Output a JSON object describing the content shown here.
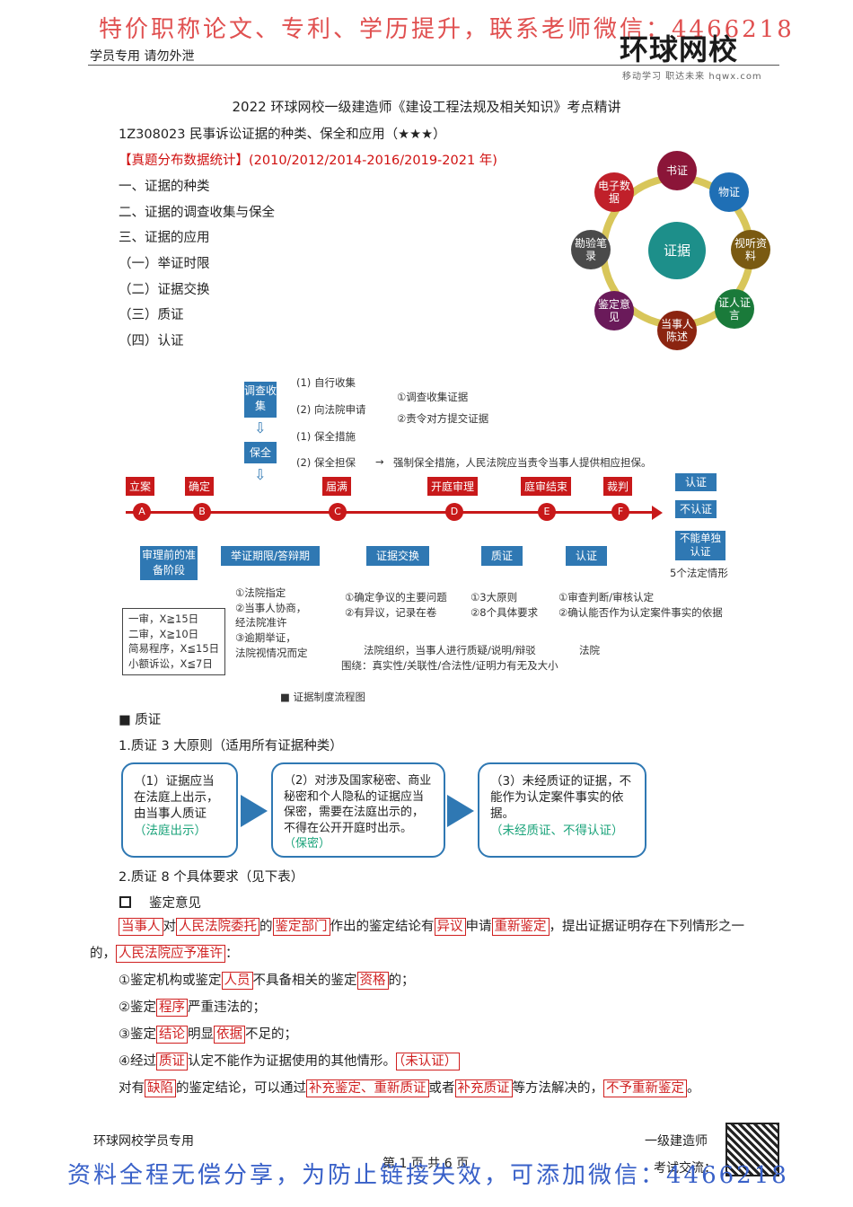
{
  "watermark_top": "特价职称论文、专利、学历提升，联系老师微信：4466218",
  "watermark_bottom": "资料全程无偿分享，为防止链接失效，可添加微信：4466218",
  "header": {
    "left": "学员专用 请勿外泄",
    "logo": "环球网校",
    "logo_sub": "移动学习 职达未来  hqwx.com"
  },
  "title": "2022 环球网校一级建造师《建设工程法规及相关知识》考点精讲",
  "section_code": "1Z308023 民事诉讼证据的种类、保全和应用（★★★）",
  "stats": "【真题分布数据统计】(2010/2012/2014-2016/2019-2021 年)",
  "outline": [
    "一、证据的种类",
    "二、证据的调查收集与保全",
    "三、证据的应用",
    "（一）举证时限",
    "（二）证据交换",
    "（三）质证",
    "（四）认证"
  ],
  "wheel": {
    "center": "证据",
    "nodes": [
      {
        "label": "书证",
        "color": "#8b1538"
      },
      {
        "label": "物证",
        "color": "#1f6fb5"
      },
      {
        "label": "视听资料",
        "color": "#7a5a12"
      },
      {
        "label": "证人证言",
        "color": "#1a7a3a"
      },
      {
        "label": "当事人陈述",
        "color": "#8b2410"
      },
      {
        "label": "鉴定意见",
        "color": "#6a1a5a"
      },
      {
        "label": "勘验笔录",
        "color": "#4a4a4a"
      },
      {
        "label": "电子数据",
        "color": "#c0202a"
      }
    ]
  },
  "flow": {
    "investigate": "调查收集",
    "preserve": "保全",
    "inv_items": [
      "(1) 自行收集",
      "(2) 向法院申请"
    ],
    "inv_sub": [
      "①调查收集证据",
      "②责令对方提交证据"
    ],
    "pres_items": [
      "(1) 保全措施",
      "(2) 保全担保"
    ],
    "pres_note": "强制保全措施，人民法院应当责令当事人提供相应担保。",
    "stages": [
      "立案",
      "确定",
      "届满",
      "开庭审理",
      "庭审结束",
      "裁判"
    ],
    "letters": [
      "A",
      "B",
      "C",
      "D",
      "E",
      "F"
    ],
    "outcomes": [
      "认证",
      "不认证",
      "不能单独认证"
    ],
    "outcome_note": "5个法定情形",
    "phase_boxes": [
      "审理前的准备阶段",
      "举证期限/答辩期",
      "证据交换",
      "质证",
      "认证"
    ],
    "deadline_notes": [
      "①法院指定",
      "②当事人协商，",
      "经法院准许",
      "③逾期举证，",
      "法院视情况而定"
    ],
    "time_limits": [
      "一审，X≧15日",
      "二审，X≧10日",
      "简易程序，X≦15日",
      "小额诉讼，X≦7日"
    ],
    "exchange_notes": [
      "①确定争议的主要问题",
      "②有异议，记录在卷"
    ],
    "cross_notes": [
      "①3大原则",
      "②8个具体要求"
    ],
    "recog_notes": [
      "①审查判断/审核认定",
      "②确认能否作为认定案件事实的依据"
    ],
    "bottom_notes": [
      "法院组织，当事人进行质疑/说明/辩驳",
      "法院",
      "围绕：真实性/关联性/合法性/证明力有无及大小"
    ],
    "caption": "■ 证据制度流程图"
  },
  "zhizheng_head": "■ 质证",
  "zhizheng_principles_title": "1.质证 3 大原则（适用所有证据种类）",
  "principle_boxes": [
    {
      "text": "（1）证据应当在法庭上出示，由当事人质证",
      "tag": "（法庭出示）"
    },
    {
      "text": "（2）对涉及国家秘密、商业秘密和个人隐私的证据应当保密，需要在法庭出示的，不得在公开开庭时出示。",
      "tag": "（保密）"
    },
    {
      "text": "（3）未经质证的证据，不能作为认定案件事实的依据。",
      "tag": "（未经质证、不得认证）"
    }
  ],
  "requirements_title": "2.质证 8 个具体要求（见下表）",
  "appraisal_head": "鉴定意见",
  "para1": [
    "当事人",
    "对",
    "人民法院委托",
    "的",
    "鉴定部门",
    "作出的鉴定结论有",
    "异议",
    "申请",
    "重新鉴定",
    "，提出证据证明存在下列情形之一"
  ],
  "para1b": [
    "的，",
    "人民法院应予准许",
    "："
  ],
  "items": [
    [
      "①鉴定机构或鉴定",
      "人员",
      "不具备相关的鉴定",
      "资格",
      "的；"
    ],
    [
      "②鉴定",
      "程序",
      "严重违法的；"
    ],
    [
      "③鉴定",
      "结论",
      "明显",
      "依据",
      "不足的；"
    ],
    [
      "④经过",
      "质证",
      "认定不能作为证据使用的其他情形。",
      "（未认证）"
    ]
  ],
  "para2": [
    "对有",
    "缺陷",
    "的鉴定结论，可以通过",
    "补充鉴定、重新质证",
    "或者",
    "补充质证",
    "等方法解决的，",
    "不予重新鉴定",
    "。"
  ],
  "footer": {
    "left": "环球网校学员专用",
    "page": "第 1 页 共 6 页",
    "right1": "一级建造师",
    "right2": "考试交流："
  }
}
